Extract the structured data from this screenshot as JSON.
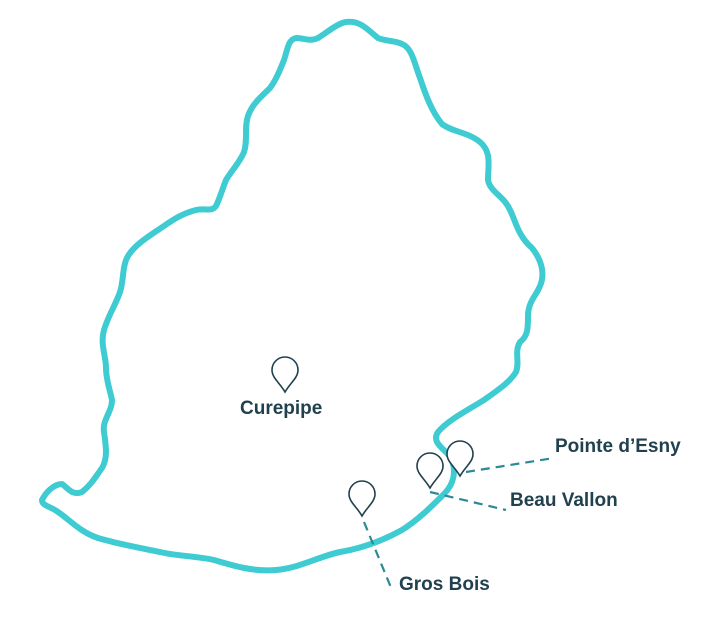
{
  "colors": {
    "coastline": "#3ecbd2",
    "label_text": "#22414f",
    "pin_outline": "#22414f",
    "leader_line": "#2a8a95",
    "background": "#ffffff"
  },
  "map": {
    "locations": [
      {
        "id": "curepipe",
        "name": "Curepipe"
      },
      {
        "id": "pointe-desny",
        "name": "Pointe d’Esny"
      },
      {
        "id": "beau-vallon",
        "name": "Beau Vallon"
      },
      {
        "id": "gros-bois",
        "name": "Gros Bois"
      }
    ]
  }
}
